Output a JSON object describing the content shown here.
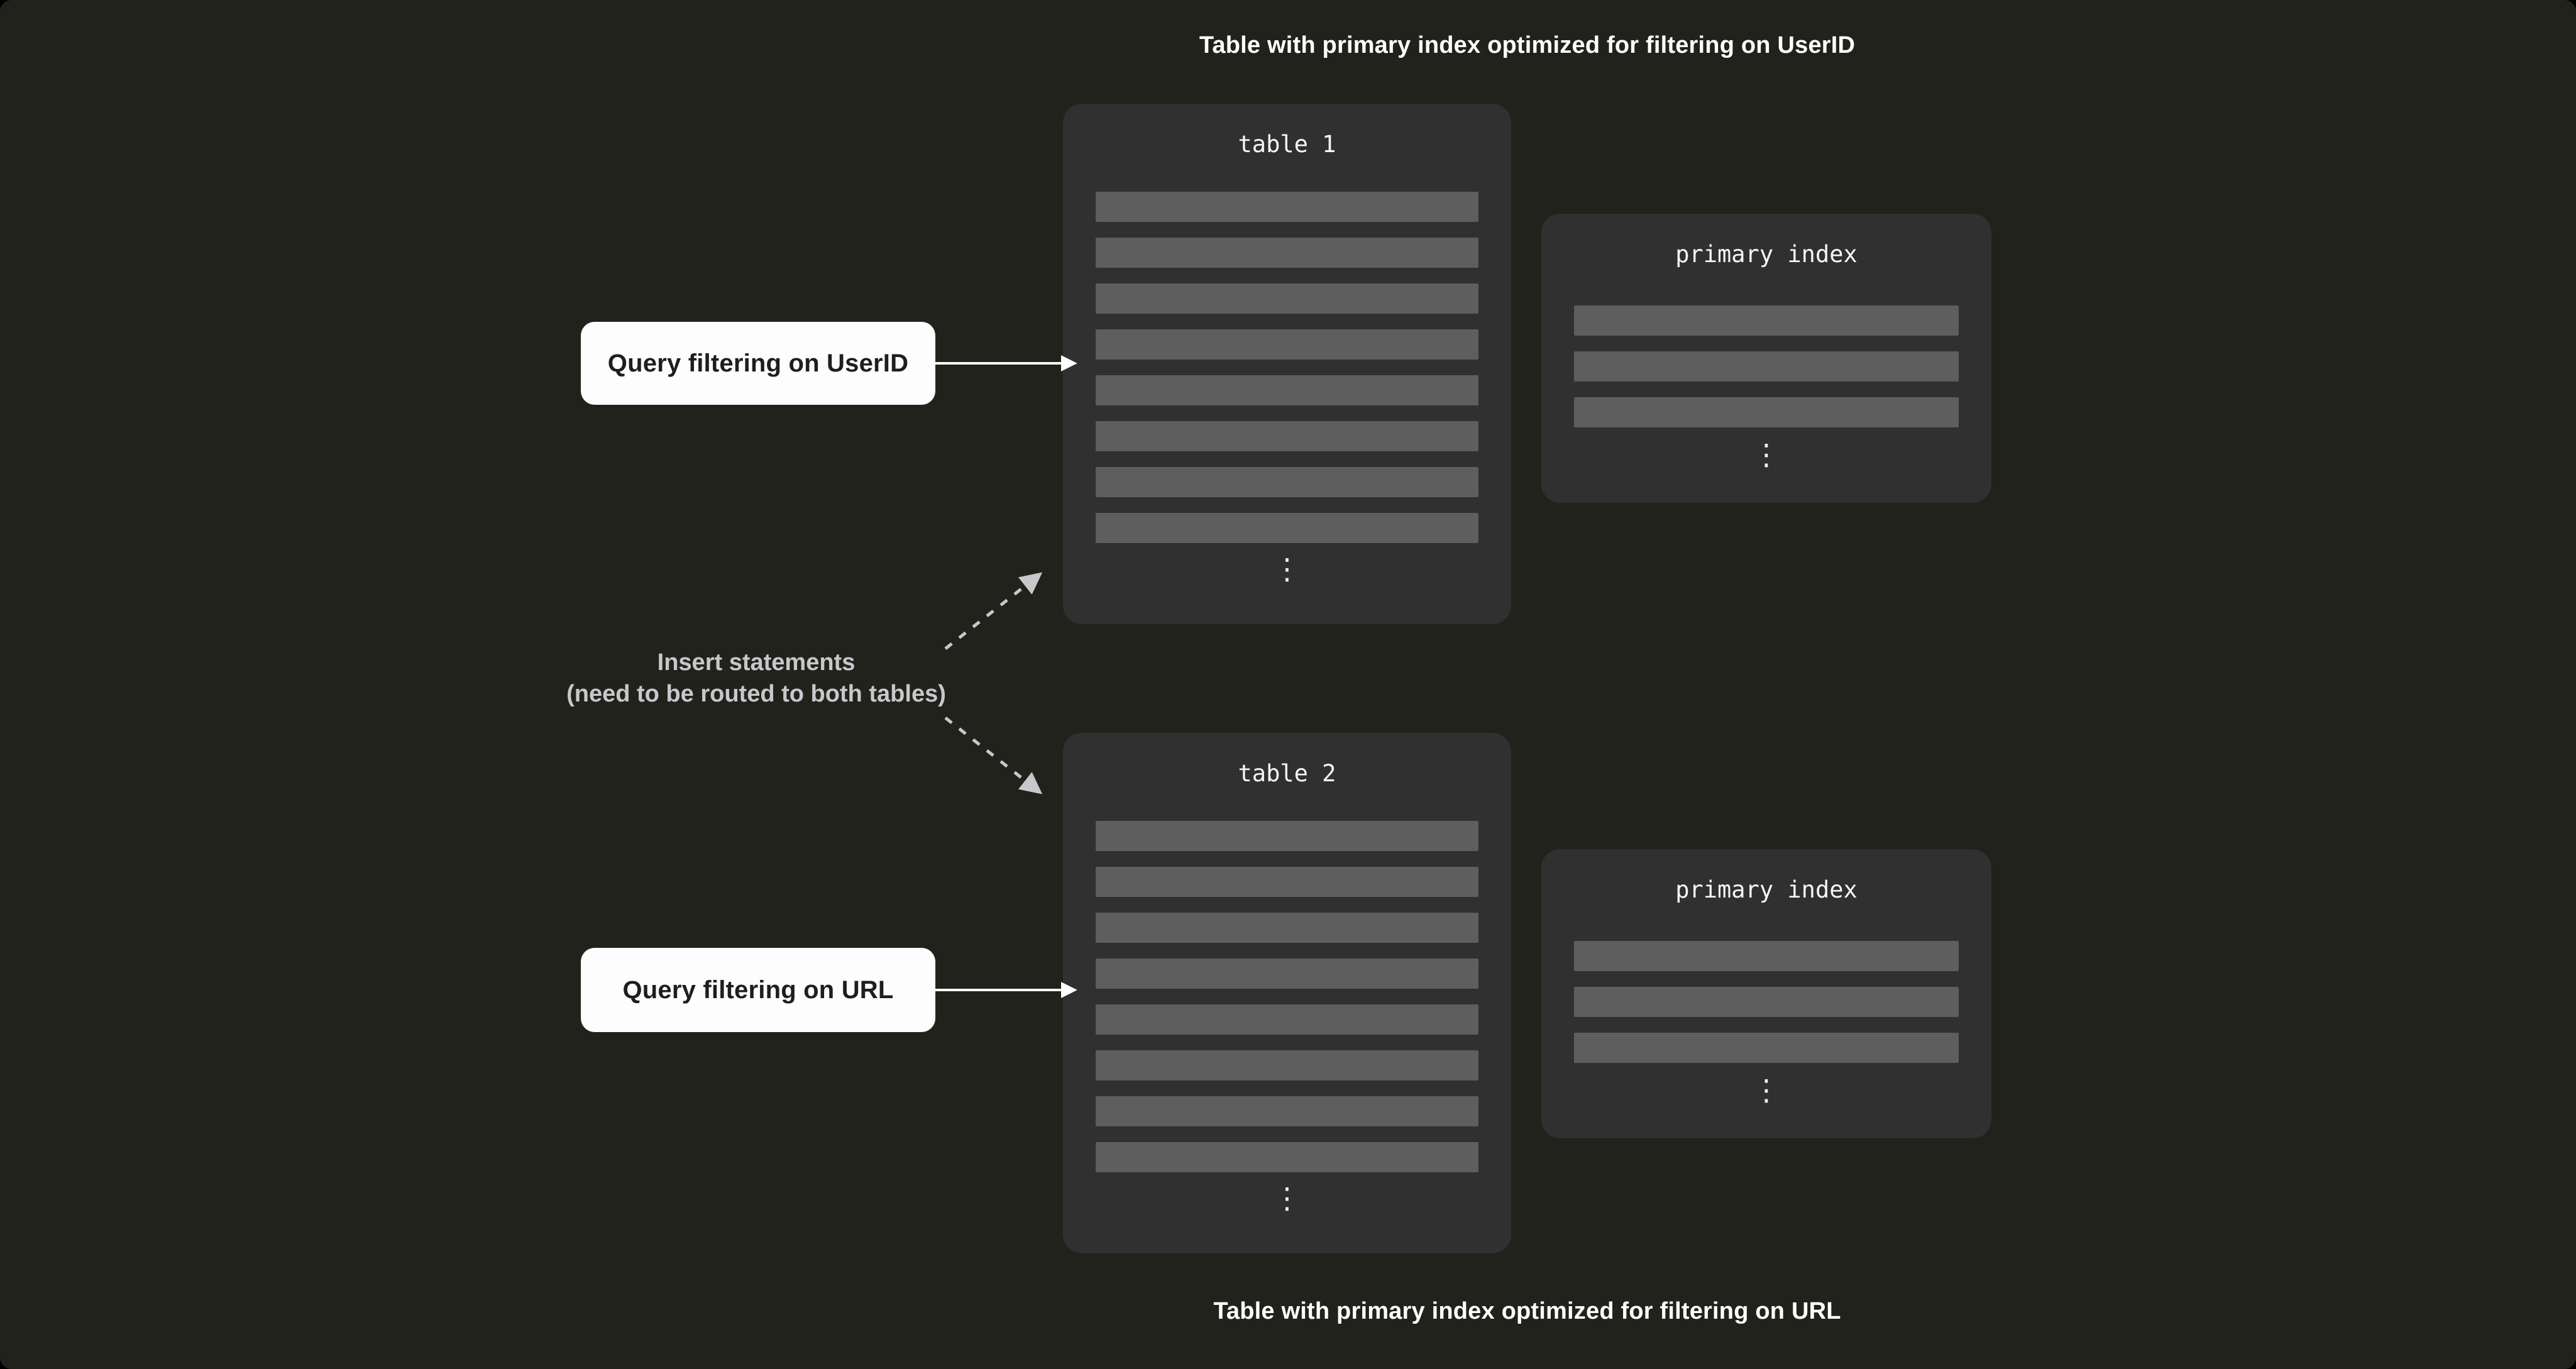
{
  "colors": {
    "canvas-bg": "#21221b",
    "outer-bg": "#000000",
    "box-bg": "#303030",
    "row-fill": "#5e5e5e",
    "title-text": "#f5f5f5",
    "caption-text": "#ffffff",
    "label-bg": "#fdfdfd",
    "label-text": "#1e1e1e",
    "muted": "#c7c8cc"
  },
  "captions": {
    "top": "Table with primary index optimized for filtering on UserID",
    "bottom": "Table with primary index optimized for filtering on URL"
  },
  "tables": [
    {
      "title": "table 1",
      "row_count": 8
    },
    {
      "title": "table 2",
      "row_count": 8
    }
  ],
  "indexes": [
    {
      "title": "primary index",
      "row_count": 3
    },
    {
      "title": "primary index",
      "row_count": 3
    }
  ],
  "query_labels": [
    {
      "text": "Query filtering on UserID"
    },
    {
      "text": "Query filtering on URL"
    }
  ],
  "insert_note": {
    "line1": "Insert statements",
    "line2": "(need to be routed to both tables)"
  },
  "glyphs": {
    "vertical_ellipsis": "⋮"
  }
}
